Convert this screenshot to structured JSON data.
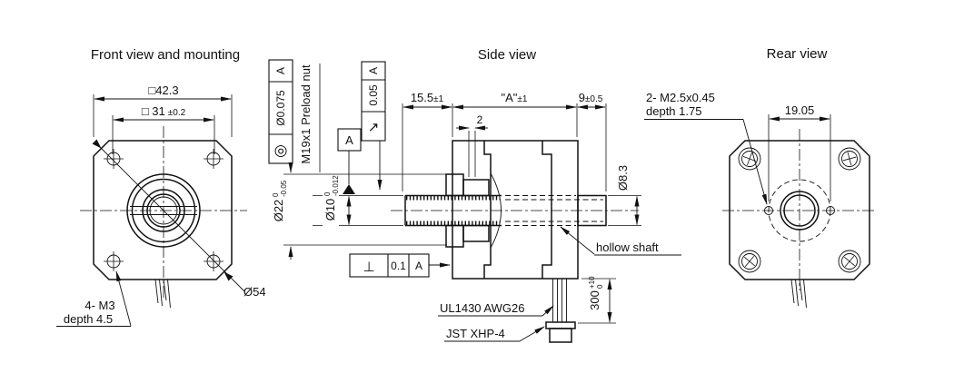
{
  "titles": {
    "front": "Front view and mounting",
    "side": "Side view",
    "rear": "Rear view"
  },
  "symbols": {
    "concentricity": "◎",
    "circular_runout": "↗",
    "perpendicularity": "⊥"
  },
  "front_view": {
    "dim_body": "□42.3",
    "dim_mount_main": "□ 31",
    "dim_mount_tol": "±0.2",
    "dim_diagonal": "Ø54",
    "note_mount_line1": "4- M3",
    "note_mount_line2": "depth 4.5"
  },
  "side_view": {
    "fcf_concentricity": {
      "value": "Ø0.075",
      "datum": "A"
    },
    "label_preload_nut": "M19x1 Preload nut",
    "fcf_runout": {
      "value": "0.05",
      "datum": "A"
    },
    "datum_feature_label": "A",
    "dim_front_len_main": "15.5",
    "dim_front_len_tol": "±1",
    "dim_body_len_main": "\"A\"",
    "dim_body_len_tol": "±1",
    "dim_rear_len_main": "9",
    "dim_rear_len_tol": "±0.5",
    "dim_step": "2",
    "dim_rear_shaft": "Ø8.3",
    "dim_pilot_main": "Ø22",
    "dim_pilot_tol_upper": "0",
    "dim_pilot_tol_lower": "-0.05",
    "dim_shaft_main": "Ø10",
    "dim_shaft_tol_upper": "0",
    "dim_shaft_tol_lower": "-0.012",
    "fcf_perpendicularity": {
      "value": "0.1",
      "datum": "A"
    },
    "label_hollow_shaft": "hollow shaft",
    "label_lead_wire": "UL1430 AWG26",
    "label_connector": "JST XHP-4",
    "dim_wire_len_main": "300",
    "dim_wire_len_tol_upper": "+10",
    "dim_wire_len_tol_lower": "0"
  },
  "rear_view": {
    "note_holes_line1": "2- M2.5x0.45",
    "note_holes_line2": "depth 1.75",
    "dim_hole_spacing": "19.05"
  }
}
